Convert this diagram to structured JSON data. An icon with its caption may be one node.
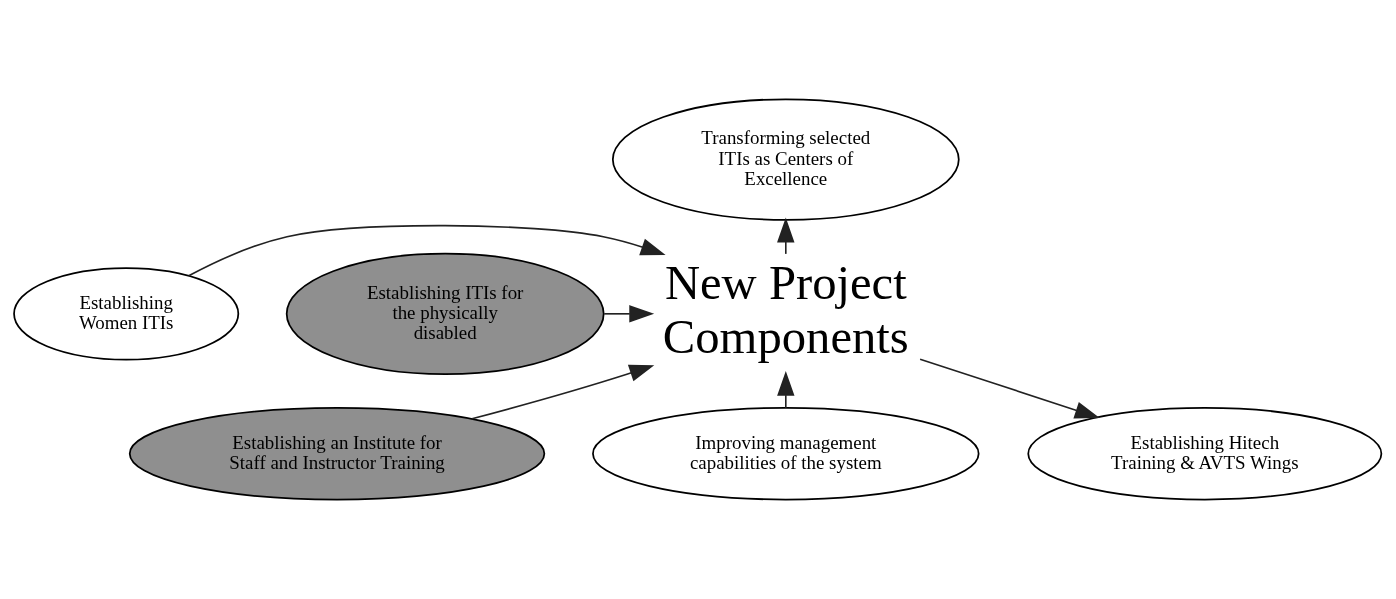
{
  "diagram": {
    "nodes": [
      {
        "text": [
          "Transforming selected ITIs as Centers of Excellence"
        ]
      },
      {
        "text": [
          "Establishing Women ITIs"
        ]
      },
      {
        "text": [
          "Establishing ITIs for the physically disabled"
        ]
      },
      {
        "text": [
          "New Project Components"
        ]
      },
      {
        "text": [
          "Establishing an Institute for Staff and Instructor Training"
        ]
      },
      {
        "text": [
          "Improving management capabilities of the system"
        ]
      },
      {
        "text": [
          "Establishing Hitech Training & AVTS Wings"
        ]
      }
    ],
    "edges": [
      {
        "from": 3,
        "to": 0,
        "arrow": "to"
      },
      {
        "from": 1,
        "to": 3,
        "arrow": "to"
      },
      {
        "from": 2,
        "to": 3,
        "arrow": "to"
      },
      {
        "from": 4,
        "to": 3,
        "arrow": "to"
      },
      {
        "from": 5,
        "to": 3,
        "arrow": "to"
      },
      {
        "from": 3,
        "to": 6,
        "arrow": "to"
      }
    ]
  }
}
